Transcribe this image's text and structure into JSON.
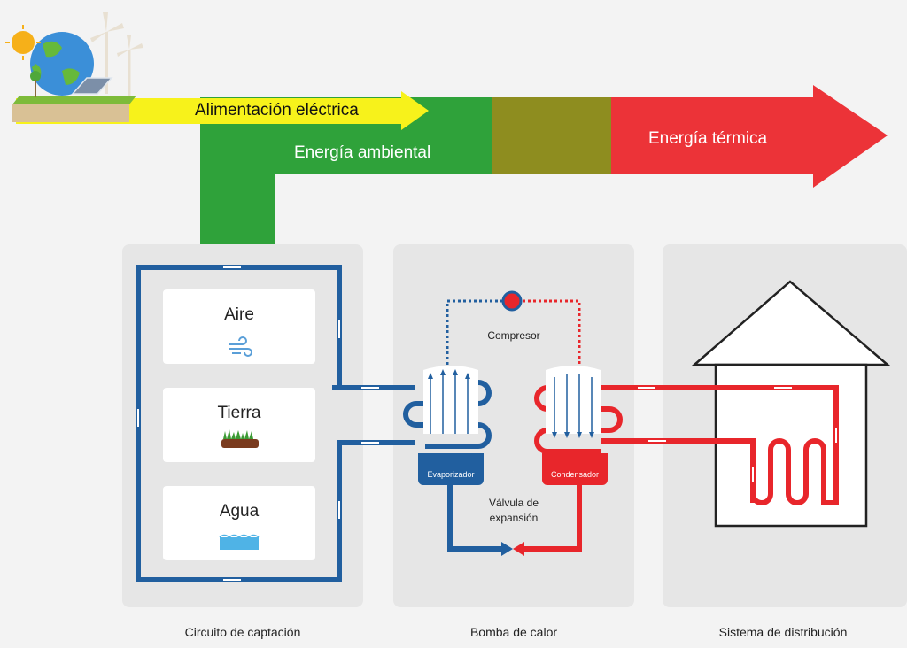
{
  "arrows": {
    "electric": "Alimentación eléctrica",
    "ambient": "Energía ambiental",
    "thermal": "Energía térmica"
  },
  "sources": [
    {
      "label": "Aire",
      "icon": "wind-icon"
    },
    {
      "label": "Tierra",
      "icon": "soil-icon"
    },
    {
      "label": "Agua",
      "icon": "water-icon"
    }
  ],
  "heat_pump": {
    "compressor": "Compresor",
    "evaporator": "Evaporizador",
    "condenser": "Condensador",
    "valve_line1": "Válvula de",
    "valve_line2": "expansión"
  },
  "captions": {
    "capture": "Circuito de captación",
    "pump": "Bomba de calor",
    "distribution": "Sistema de distribución"
  },
  "colors": {
    "yellow": "#f7f21b",
    "green": "#2fa23a",
    "olive": "#8e8d1f",
    "red": "#ec3338",
    "blue": "#215f9f",
    "pipe_red": "#e8262b"
  }
}
